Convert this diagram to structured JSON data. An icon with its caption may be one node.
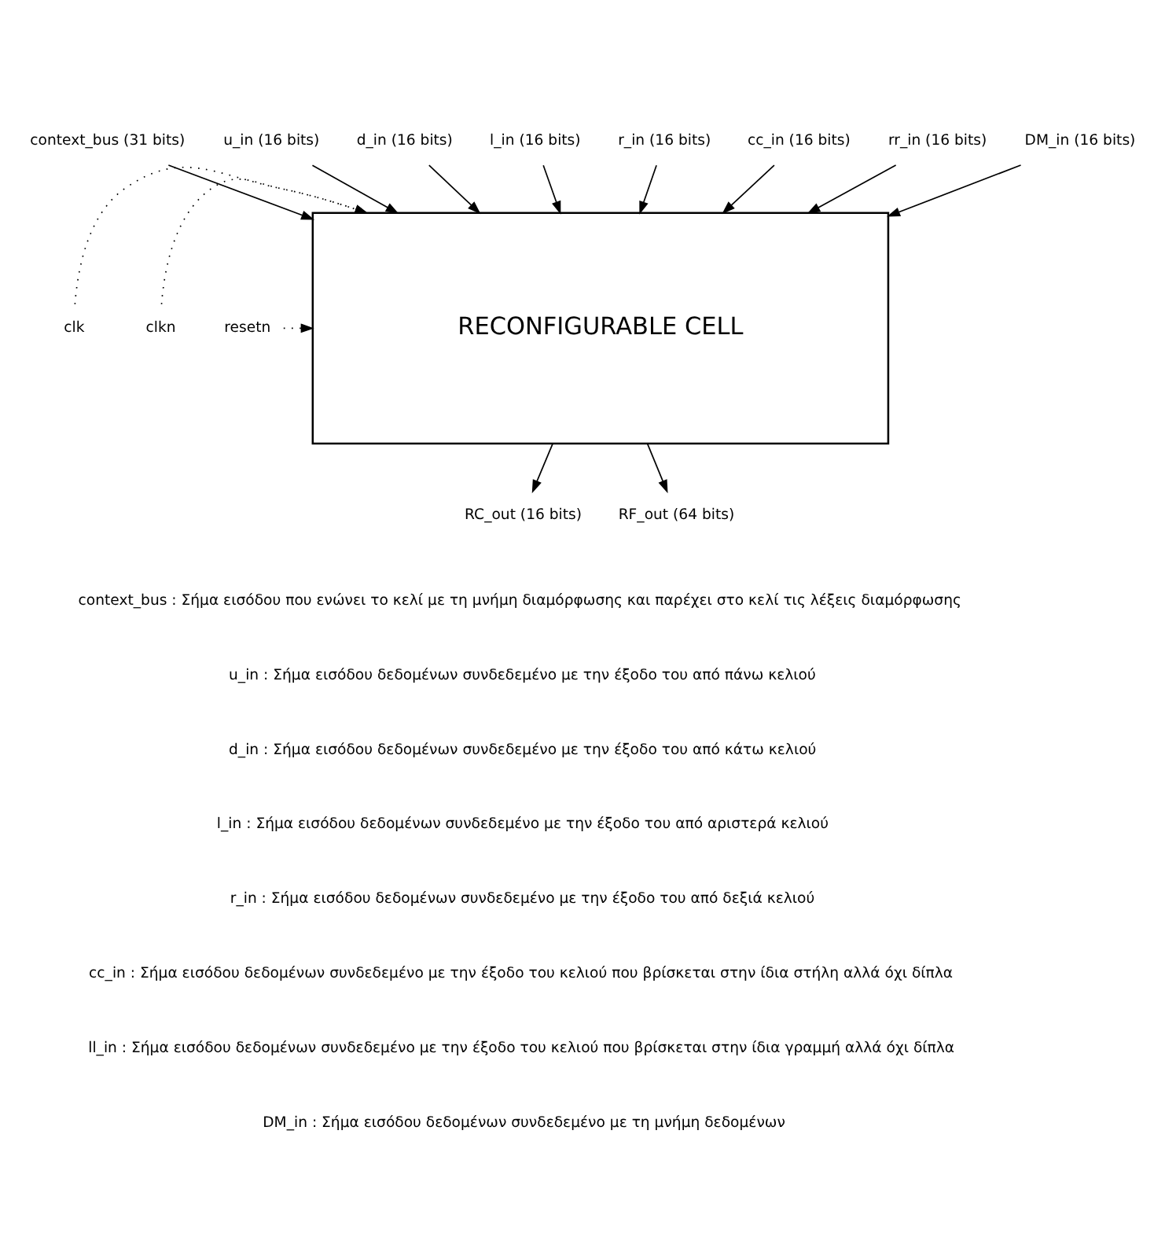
{
  "diagram": {
    "nodes": [
      {
        "text": [
          "context_bus (31 bits)"
        ]
      },
      {
        "text": [
          "u_in (16 bits)"
        ]
      },
      {
        "text": [
          "d_in (16 bits)"
        ]
      },
      {
        "text": [
          "l_in (16 bits)"
        ]
      },
      {
        "text": [
          "r_in (16 bits)"
        ]
      },
      {
        "text": [
          "cc_in (16 bits)"
        ]
      },
      {
        "text": [
          "rr_in (16 bits)"
        ]
      },
      {
        "text": [
          "DM_in (16 bits)"
        ]
      },
      {
        "text": [
          "clk"
        ]
      },
      {
        "text": [
          "clkn"
        ]
      },
      {
        "text": [
          "resetn"
        ]
      },
      {
        "text": [
          "RECONFIGURABLE CELL"
        ]
      },
      {
        "text": [
          "RC_out (16 bits)"
        ]
      },
      {
        "text": [
          "RF_out (64 bits)"
        ]
      }
    ],
    "edges": [
      {
        "from": 0,
        "to": 11,
        "arrow": "to"
      },
      {
        "from": 1,
        "to": 11,
        "arrow": "to"
      },
      {
        "from": 2,
        "to": 11,
        "arrow": "to"
      },
      {
        "from": 3,
        "to": 11,
        "arrow": "to"
      },
      {
        "from": 4,
        "to": 11,
        "arrow": "to"
      },
      {
        "from": 5,
        "to": 11,
        "arrow": "to"
      },
      {
        "from": 6,
        "to": 11,
        "arrow": "to"
      },
      {
        "from": 7,
        "to": 11,
        "arrow": "to"
      },
      {
        "from": 8,
        "to": 11,
        "arrow": "to",
        "style": "dashed"
      },
      {
        "from": 9,
        "to": 11,
        "arrow": "to",
        "style": "dashed"
      },
      {
        "from": 10,
        "to": 11,
        "arrow": "to",
        "style": "dashed"
      },
      {
        "from": 11,
        "to": 12,
        "arrow": "to"
      },
      {
        "from": 11,
        "to": 13,
        "arrow": "to"
      }
    ],
    "labels": [
      "context_bus : Σήμα εισόδου που ενώνει το κελί με τη μνήμη διαμόρφωσης και παρέχει στο κελί τις λέξεις διαμόρφωσης",
      "u_in : Σήμα εισόδου δεδομένων συνδεδεμένο με την έξοδο του από πάνω κελιού",
      "d_in : Σήμα εισόδου δεδομένων συνδεδεμένο με την έξοδο του από κάτω κελιού",
      "l_in : Σήμα εισόδου δεδομένων συνδεδεμένο με την έξοδο του από αριστερά κελιού",
      "r_in : Σήμα εισόδου δεδομένων συνδεδεμένο με την έξοδο του από δεξιά κελιού",
      "cc_in : Σήμα εισόδου δεδομένων συνδεδεμένο με την έξοδο του κελιού που βρίσκεται στην ίδια στήλη αλλά όχι δίπλα",
      "ll_in : Σήμα εισόδου δεδομένων συνδεδεμένο με την έξοδο του κελιού που βρίσκεται στην ίδια γραμμή αλλά όχι δίπλα",
      "DM_in : Σήμα εισόδου δεδομένων συνδεδεμένο με τη μνήμη δεδομένων"
    ]
  }
}
